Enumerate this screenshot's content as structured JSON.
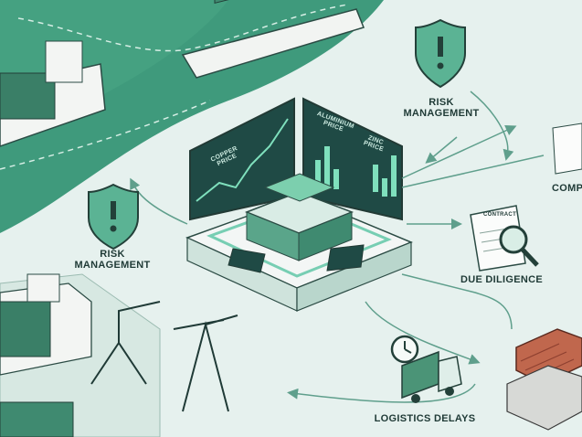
{
  "labels": {
    "risk_top": "RISK\nMANAGEMENT",
    "risk_left": "RISK\nMANAGEMENT",
    "due_diligence": "DUE DILIGENCE",
    "logistics": "LOGISTICS DELAYS",
    "compliance_partial": "COMP",
    "contract": "CONTRACT",
    "copper": "COPPER\nPRICE",
    "aluminium": "ALUMINIUM\nPRICE",
    "zinc": "ZINC\nPRICE"
  },
  "colors": {
    "sea": "#3f9a7c",
    "land": "#e3efeb",
    "accent": "#3c8a6f",
    "dark": "#24463f",
    "screen": "#1f4a45",
    "copper_bars": "#c0674d"
  },
  "icons": [
    "shield-icon",
    "document-magnifier-icon",
    "clock-icon",
    "truck-icon",
    "cargo-ship-icon",
    "crane-icon",
    "server-icon",
    "copper-ingot-icon"
  ]
}
